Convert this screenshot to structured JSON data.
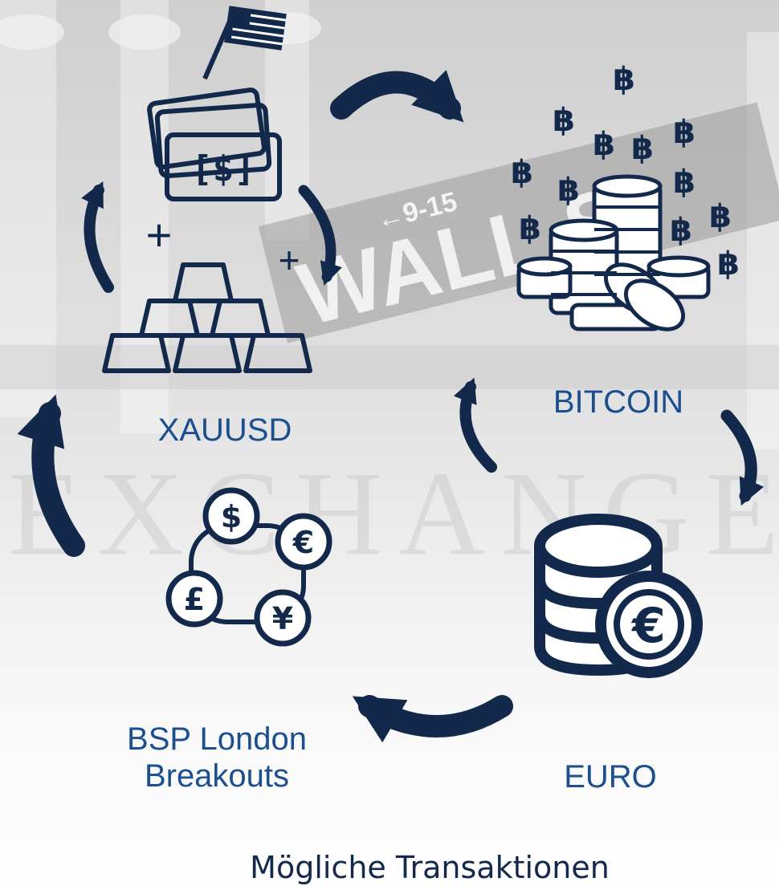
{
  "colors": {
    "primary": "#13294b",
    "label": "#1b4f8f",
    "background": "#e6e6e6"
  },
  "background": {
    "street_sign_text": "WALL S",
    "street_sign_number": "←9-15",
    "watermark_text": "EXCHANGE"
  },
  "nodes": [
    {
      "id": "xauusd",
      "label": "XAUUSD",
      "icon": "gold-bars-cash-icon"
    },
    {
      "id": "bitcoin",
      "label": "BITCOIN",
      "icon": "bitcoin-coins-icon"
    },
    {
      "id": "euro",
      "label": "EURO",
      "icon": "euro-coins-icon"
    },
    {
      "id": "bsp",
      "label": "BSP London\nBreakouts",
      "icon": "currency-exchange-icon"
    }
  ],
  "caption": "Mögliche Transaktionen"
}
